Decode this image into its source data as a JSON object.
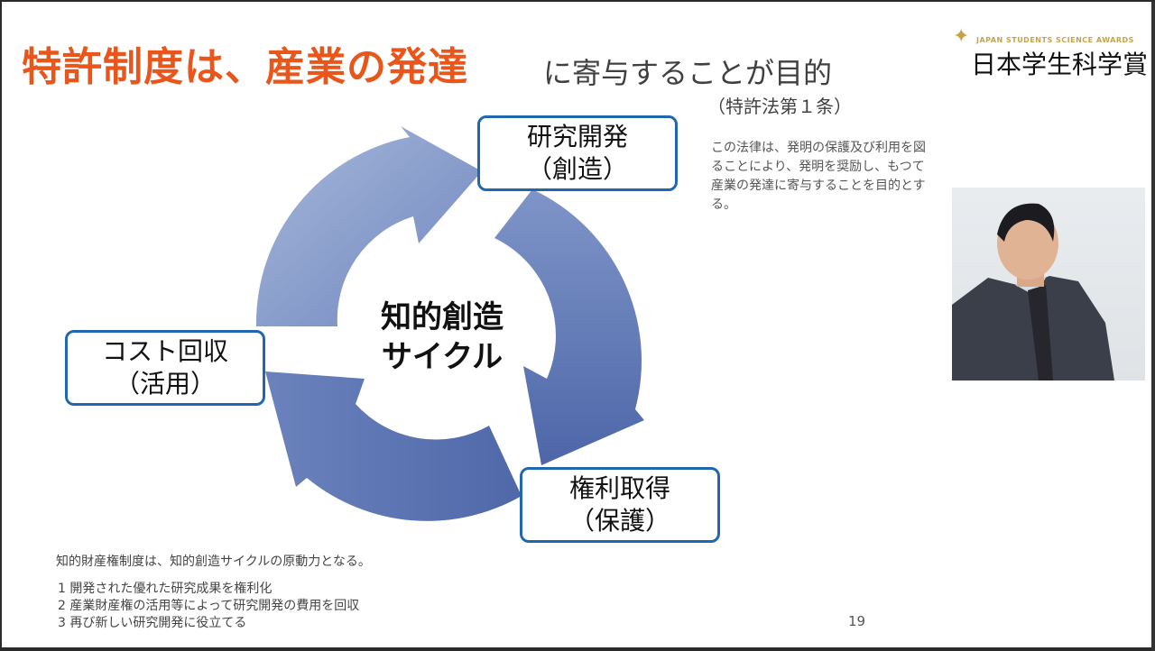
{
  "slide": {
    "title_main": "特許制度は、産業の発達",
    "title_sub": "に寄与することが目的",
    "law_ref": "（特許法第１条）",
    "law_text": "この法律は、発明の保護及び利用を図ることにより、発明を奨励し、もつて産業の発達に寄与することを目的とする。",
    "logo": {
      "en": "JAPAN STUDENTS SCIENCE AWARDS",
      "ja": "日本学生科学賞"
    },
    "cycle": {
      "center_line1": "知的創造",
      "center_line2": "サイクル",
      "box_research_line1": "研究開発",
      "box_research_line2": "（創造）",
      "box_rights_line1": "権利取得",
      "box_rights_line2": "（保護）",
      "box_cost_line1": "コスト回収",
      "box_cost_line2": "（活用）"
    },
    "footer": {
      "lead": "知的財産権制度は、知的創造サイクルの原動力となる。",
      "items": [
        "1  開発された優れた研究成果を権利化",
        "2  産業財産権の活用等によって研究開発の費用を回収",
        "3  再び新しい研究開発に役立てる"
      ]
    },
    "page_number": "19",
    "colors": {
      "title_accent": "#e8561c",
      "box_border": "#2167b0",
      "arrow_light": "#9aaed3",
      "arrow_dark": "#4f68a8"
    }
  }
}
